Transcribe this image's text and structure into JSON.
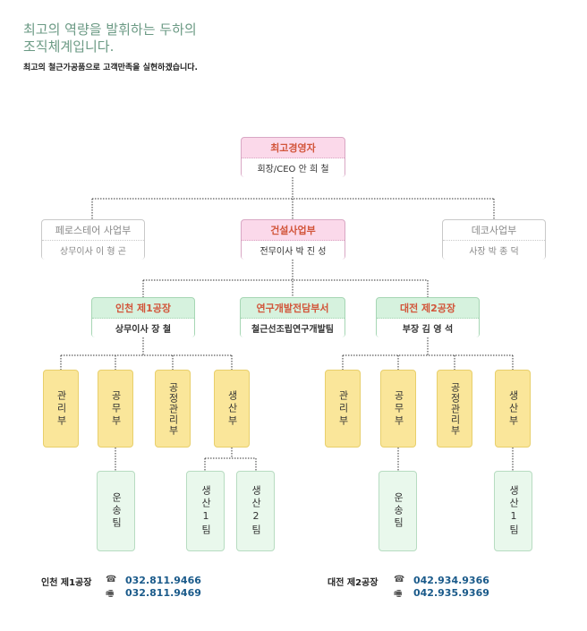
{
  "header": {
    "line1": "최고의 역량을 발휘하는 두하의",
    "line2": "조직체계입니다.",
    "sub": "최고의 철근가공품으로 고객만족을 실현하겠습니다."
  },
  "org": {
    "ceo": {
      "title": "최고경영자",
      "person": "회장/CEO  안 희 철"
    },
    "left_div": {
      "title": "페로스테어 사업부",
      "person": "상무이사 이 형 곤"
    },
    "center_div": {
      "title": "건설사업부",
      "person": "전무이사 박 진 성"
    },
    "right_div": {
      "title": "데코사업부",
      "person": "사장   박 종 덕"
    },
    "incheon": {
      "title": "인천 제1공장",
      "person": "상무이사    장   철"
    },
    "rnd": {
      "title": "연구개발전담부서",
      "person": "철근선조립연구개발팀"
    },
    "daejeon": {
      "title": "대전 제2공장",
      "person": "부장   김 영 석"
    },
    "incheon_depts": [
      "관리부",
      "공무부",
      "공정관리부",
      "생산부"
    ],
    "incheon_teams": [
      "운송팀",
      "생산1팀",
      "생산2팀"
    ],
    "daejeon_depts": [
      "관리부",
      "공무부",
      "공정관리부",
      "생산부"
    ],
    "daejeon_teams": [
      "운송팀",
      "생산1팀"
    ]
  },
  "contacts": {
    "incheon": {
      "label": "인천 제1공장",
      "tel": "032.811.9466",
      "fax": "032.811.9469"
    },
    "daejeon": {
      "label": "대전 제2공장",
      "tel": "042.934.9366",
      "fax": "042.935.9369"
    },
    "tel_icon": "☎",
    "fax_icon": "🖷"
  }
}
